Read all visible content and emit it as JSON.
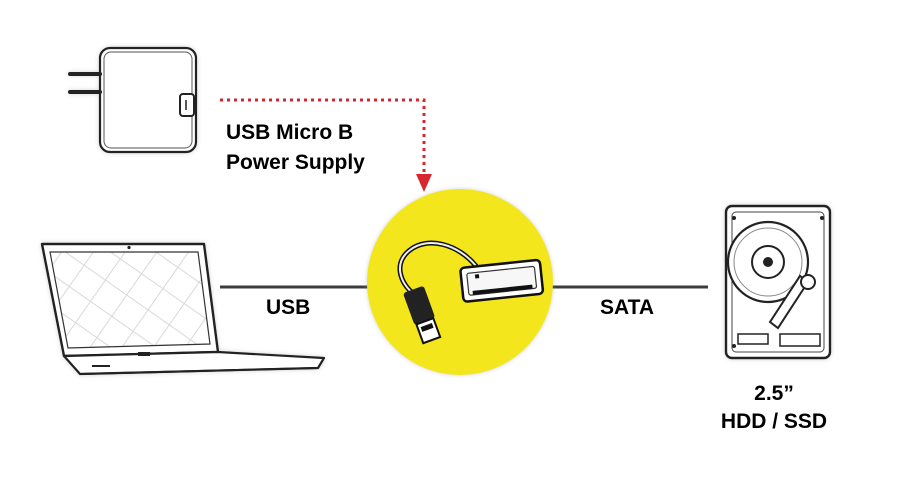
{
  "labels": {
    "power_line1": "USB Micro B",
    "power_line2": "Power Supply",
    "usb": "USB",
    "sata": "SATA",
    "hdd_line1": "2.5”",
    "hdd_line2": "HDD / SSD"
  },
  "colors": {
    "adapter_circle": "#f3e61a",
    "power_line": "#d7262e",
    "connection_line": "#3c3c3c"
  },
  "icons": [
    "power-adapter-icon",
    "laptop-icon",
    "usb-sata-adapter-icon",
    "hard-drive-icon"
  ]
}
